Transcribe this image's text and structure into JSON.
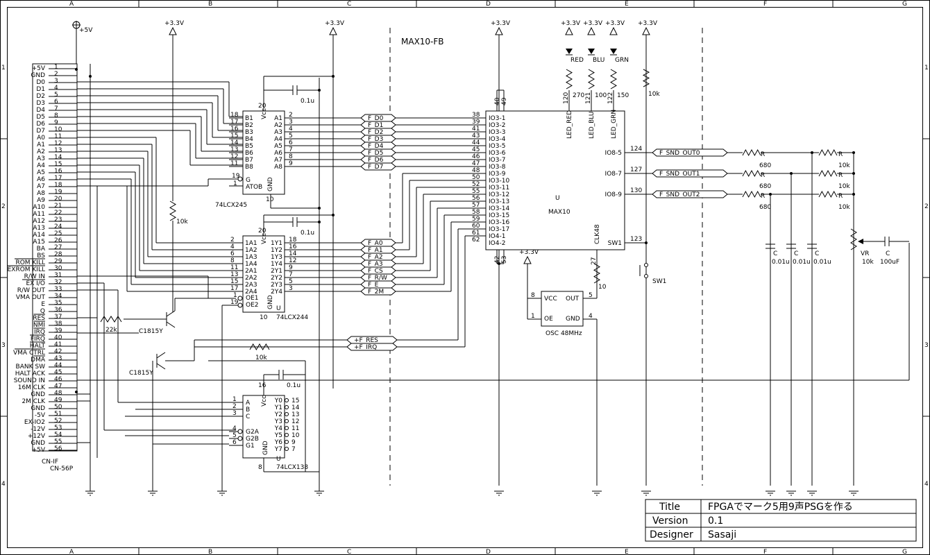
{
  "title_block": {
    "rows": [
      {
        "label": "Title",
        "value": "FPGAでマーク5用9声PSGを作る"
      },
      {
        "label": "Version",
        "value": "0.1"
      },
      {
        "label": "Designer",
        "value": "Sasaji"
      }
    ]
  },
  "section_label": "MAX10-FB",
  "grid": {
    "cols": [
      "A",
      "B",
      "C",
      "D",
      "E",
      "F",
      "G"
    ],
    "rows": [
      "1",
      "2",
      "3",
      "4"
    ]
  },
  "power_labels": {
    "p5v": "+5V",
    "p33": "+3.3V"
  },
  "connector": {
    "ref": "CN-IF",
    "part": "CN-56P",
    "signals": [
      "+5V",
      "GND",
      "D0",
      "D1",
      "D2",
      "D3",
      "D4",
      "D5",
      "D6",
      "D7",
      "A0",
      "A1",
      "A2",
      "A3",
      "A4",
      "A5",
      "A6",
      "A7",
      "A8",
      "A9",
      "A10",
      "A11",
      "A12",
      "A13",
      "A14",
      "A15",
      "BA",
      "BS",
      "ROM KILL",
      "EXROM KILL",
      "R/W IN",
      "EX I/O",
      "R/W OUT",
      "VMA OUT",
      "E",
      "Q",
      "RES",
      "NMI",
      "IRQ",
      "FIRQ",
      "HALT",
      "VMA CTRL",
      "DMA",
      "BANK SW",
      "HALT ACK",
      "SOUND IN",
      "16M CLK",
      "GND",
      "2M CLK",
      "GND",
      "-5V",
      "EX-IO2",
      "-12V",
      "+12V",
      "GND",
      "+5V"
    ],
    "pins": [
      "1",
      "2",
      "3",
      "4",
      "5",
      "6",
      "7",
      "8",
      "9",
      "10",
      "11",
      "12",
      "13",
      "14",
      "15",
      "16",
      "17",
      "18",
      "19",
      "20",
      "21",
      "22",
      "23",
      "24",
      "25",
      "26",
      "27",
      "28",
      "29",
      "30",
      "31",
      "32",
      "33",
      "34",
      "35",
      "36",
      "37",
      "38",
      "39",
      "40",
      "41",
      "42",
      "43",
      "44",
      "45",
      "46",
      "47",
      "48",
      "49",
      "50",
      "51",
      "52",
      "53",
      "54",
      "55",
      "56"
    ]
  },
  "u245": {
    "part": "74LCX245",
    "left_pins": [
      "18",
      "17",
      "16",
      "15",
      "14",
      "13",
      "12",
      "11"
    ],
    "left_names": [
      "B1",
      "B2",
      "B3",
      "B4",
      "B5",
      "B6",
      "B7",
      "B8"
    ],
    "right_pins": [
      "2",
      "3",
      "4",
      "5",
      "6",
      "7",
      "8",
      "9"
    ],
    "right_names": [
      "A1",
      "A2",
      "A3",
      "A4",
      "A5",
      "A6",
      "A7",
      "A8"
    ],
    "ctrl_pins": [
      "19",
      "1"
    ],
    "ctrl_names": [
      "G",
      "ATOB"
    ],
    "vcc": "Vcc",
    "vcc_pin": "20",
    "gnd": "GND",
    "gnd_pin": "10"
  },
  "u244": {
    "part": "74LCX244",
    "ref": "U",
    "left_pins": [
      "2",
      "4",
      "6",
      "8",
      "11",
      "13",
      "15",
      "17"
    ],
    "left_names": [
      "1A1",
      "1A2",
      "1A3",
      "1A4",
      "2A1",
      "2A2",
      "2A3",
      "2A4"
    ],
    "right_pins": [
      "18",
      "16",
      "14",
      "12",
      "9",
      "7",
      "5",
      "3"
    ],
    "right_names": [
      "1Y1",
      "1Y2",
      "1Y3",
      "1Y4",
      "2Y1",
      "2Y2",
      "2Y3",
      "2Y4"
    ],
    "oe_pins": [
      "1",
      "19"
    ],
    "oe_names": [
      "OE1",
      "OE2"
    ],
    "vcc": "Vcc",
    "vcc_pin": "20",
    "gnd": "GND",
    "gnd_pin": "10"
  },
  "u138": {
    "part": "74LCX138",
    "ref": "U",
    "in_pins": [
      "1",
      "2",
      "3",
      "4",
      "5",
      "6"
    ],
    "in_names": [
      "A",
      "B",
      "C",
      "G2A",
      "G2B",
      "G1"
    ],
    "out_pins": [
      "15",
      "14",
      "13",
      "12",
      "11",
      "10",
      "9",
      "7"
    ],
    "out_names": [
      "Y0",
      "Y1",
      "Y2",
      "Y3",
      "Y4",
      "Y5",
      "Y6",
      "Y7"
    ],
    "vcc": "Vcc",
    "vcc_pin": "16",
    "gnd": "GND",
    "gnd_pin": "8"
  },
  "nets_data": [
    "F_D0",
    "F_D1",
    "F_D2",
    "F_D3",
    "F_D4",
    "F_D5",
    "F_D6",
    "F_D7"
  ],
  "nets_addr": [
    "F_A0",
    "F_A1",
    "F_A2",
    "F_A3",
    "F_CS",
    "F_R/W",
    "F_E",
    "F_2M"
  ],
  "nets_ctrl": [
    "F_RES",
    "F_IRQ"
  ],
  "nets_snd": [
    "F_SND_OUT0",
    "F_SND_OUT1",
    "F_SND_OUT2"
  ],
  "fpga": {
    "ref": "U",
    "part": "MAX10",
    "io_pins": [
      "38",
      "39",
      "41",
      "43",
      "44",
      "45",
      "46",
      "47",
      "48",
      "50",
      "52",
      "55",
      "56",
      "57",
      "58",
      "59",
      "60",
      "61",
      "62"
    ],
    "io_names": [
      "IO3-1",
      "IO3-2",
      "IO3-3",
      "IO3-4",
      "IO3-5",
      "IO3-6",
      "IO3-7",
      "IO3-8",
      "IO3-9",
      "IO3-10",
      "IO3-11",
      "IO3-12",
      "IO3-13",
      "IO3-14",
      "IO3-15",
      "IO3-16",
      "IO3-17",
      "IO4-1",
      "IO4-2"
    ],
    "top_pins": [
      "40",
      "49"
    ],
    "bottom_pins": [
      "42",
      "53"
    ],
    "led_pins": [
      "120",
      "121",
      "122"
    ],
    "led_names": [
      "LED_RED",
      "LED_BLU",
      "LED_GRN"
    ],
    "out_pins": [
      "124",
      "127",
      "130"
    ],
    "out_names": [
      "IO8-5",
      "IO8-7",
      "IO8-9"
    ],
    "sw_pin": "123",
    "sw_name": "SW1",
    "clk_pin": "27",
    "clk_name": "CLK48"
  },
  "leds": [
    "RED",
    "BLU",
    "GRN"
  ],
  "led_res": [
    "270",
    "100",
    "150"
  ],
  "osc": {
    "name": "OSC 48MHz",
    "pins": [
      "VCC",
      "OUT",
      "OE",
      "GND"
    ],
    "pin_nums": [
      "8",
      "5",
      "1",
      "4"
    ]
  },
  "values": {
    "cap": "0.1u",
    "r10k": "10k",
    "r22k": "22k",
    "r10": "10",
    "r680": "R",
    "v680": "680",
    "rlabel": "R",
    "clabel": "C",
    "c001": "0.01u",
    "vr": "VR",
    "vr_val": "10k",
    "c100": "100uF",
    "tr": "C1815Y",
    "sw1": "SW1"
  }
}
